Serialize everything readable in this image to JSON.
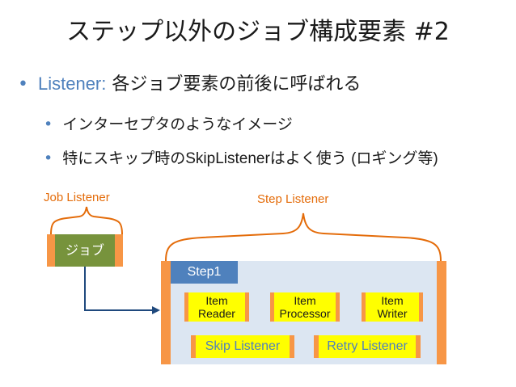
{
  "title": "ステップ以外のジョブ構成要素 #2",
  "bullets": {
    "b1_key": "Listener:",
    "b1_rest": " 各ジョブ要素の前後に呼ばれる",
    "b2": "インターセプタのようなイメージ",
    "b3_pre": "特にスキップ時の",
    "b3_en": "SkipListener",
    "b3_post": "はよく使う",
    "b3_paren": " (ロギング等)"
  },
  "diagram": {
    "job_listener_label": "Job Listener",
    "step_listener_label": "Step Listener",
    "job_label": "ジョブ",
    "step_label": "Step1",
    "items": [
      {
        "line1": "Item",
        "line2": "Reader"
      },
      {
        "line1": "Item",
        "line2": "Processor"
      },
      {
        "line1": "Item",
        "line2": "Writer"
      }
    ],
    "skip_listener": "Skip Listener",
    "retry_listener": "Retry Listener"
  },
  "colors": {
    "accent_blue": "#4f81bd",
    "orange": "#f79646",
    "brace_orange": "#e46c0a",
    "green": "#77933c",
    "step_bg": "#dce6f2",
    "item_yellow": "#ffff00",
    "arrow_blue": "#1f497d"
  }
}
